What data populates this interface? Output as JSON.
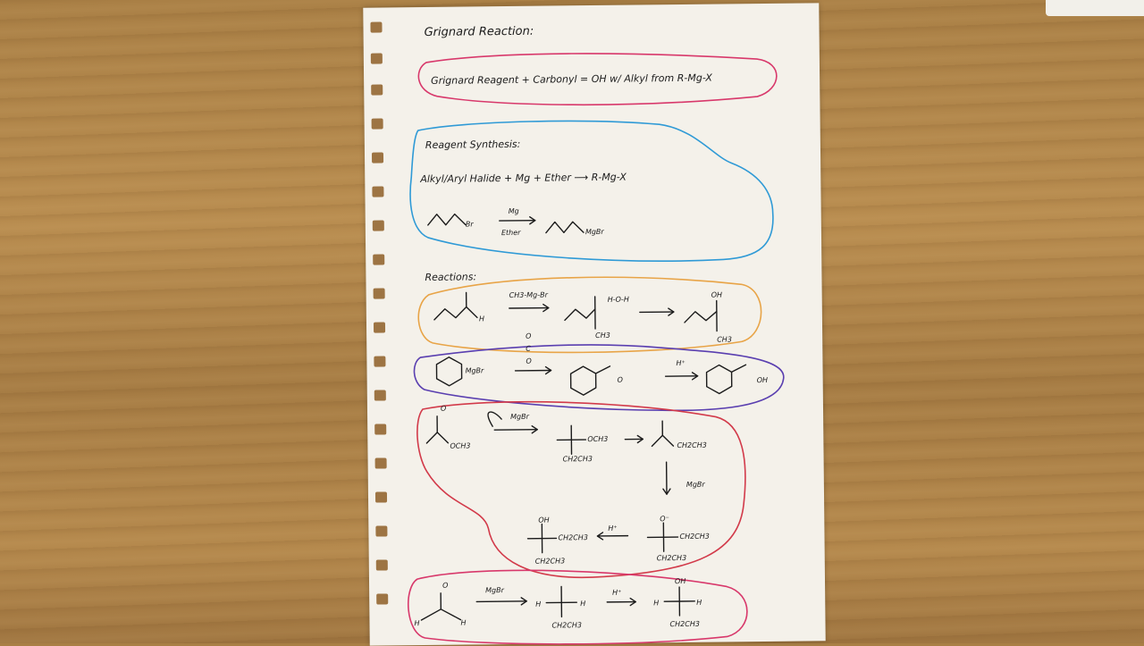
{
  "title": "Grignard Reaction:",
  "summary": "Grignard Reagent + Carbonyl = OH w/ Alkyl from R-Mg-X",
  "reagent_synthesis": {
    "heading": "Reagent Synthesis:",
    "equation": "Alkyl/Aryl Halide + Mg + Ether ⟶ R-Mg-X",
    "example_reactant": "Br",
    "arrow_top": "Mg",
    "arrow_bottom": "Ether",
    "example_product": "MgBr"
  },
  "reactions": {
    "heading": "Reactions:",
    "r1": {
      "reagent": "CH3-Mg-Br",
      "h_label": "H",
      "acid": "H-O-H",
      "oh": "OH",
      "ch3": "CH3"
    },
    "r2": {
      "reactant_label": "MgBr",
      "co2_top": "O",
      "co2_mid": "C",
      "co2_bot": "O",
      "carboxylate_o": "O",
      "acid": "H⁺",
      "product_oh": "OH"
    },
    "r3": {
      "ester_o": "O",
      "och3": "OCH3",
      "reagent": "MgBr",
      "inter_och3": "OCH3",
      "ethyl": "CH2CH3",
      "ketone_ethyl": "CH2CH3",
      "reagent2": "MgBr",
      "alkoxide_o": "O⁻",
      "alkoxide_ethyl_right": "CH2CH3",
      "alkoxide_ethyl_bottom": "CH2CH3",
      "acid": "H⁺",
      "alcohol_oh": "OH",
      "alcohol_ethyl_right": "CH2CH3",
      "alcohol_ethyl_bottom": "CH2CH3"
    },
    "r4": {
      "aldehyde_o": "O",
      "h_left": "H",
      "h_right": "H",
      "reagent": "MgBr",
      "inter_h_left": "H",
      "inter_h_right": "H",
      "inter_ethyl": "CH2CH3",
      "acid": "H⁺",
      "final_oh": "OH",
      "final_h_left": "H",
      "final_h_right": "H",
      "final_ethyl": "CH2CH3"
    }
  },
  "colors": {
    "pink": "#d8386b",
    "blue": "#2f9ad6",
    "orange": "#e8a447",
    "purple": "#5a3fb0",
    "red": "#d23a4a"
  }
}
